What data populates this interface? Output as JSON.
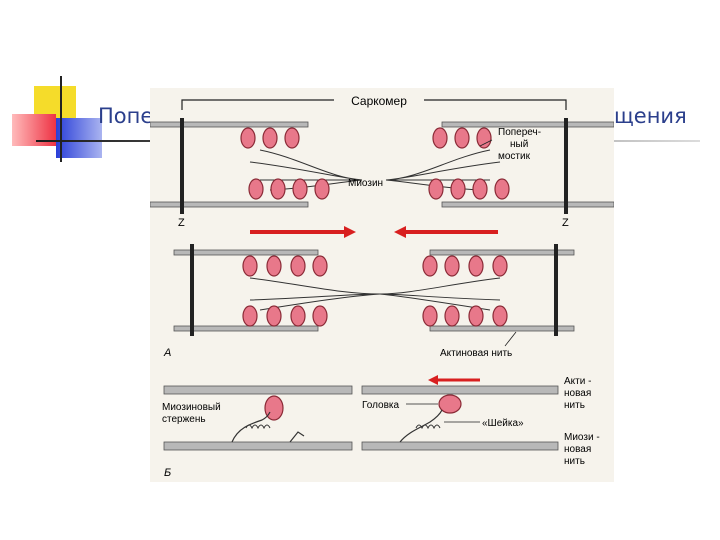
{
  "slide": {
    "title_left": "Попе",
    "title_right": "щения"
  },
  "diagram": {
    "sarcomere": "Саркомер",
    "cross_bridge_line1": "Попереч-",
    "cross_bridge_line2": "ный",
    "cross_bridge_line3": "мостик",
    "myosin": "Миозин",
    "z_left": "Z",
    "z_right": "Z",
    "panel_a": "А",
    "actin_filament": "Актиновая нить",
    "myosin_rod_line1": "Миозиновый",
    "myosin_rod_line2": "стержень",
    "head": "Головка",
    "neck": "«Шейка»",
    "actin_line1": "Акти -",
    "actin_line2": "новая",
    "actin_line3": "нить",
    "myo_line1": "Миози -",
    "myo_line2": "новая",
    "myo_line3": "нить",
    "panel_b": "Б"
  },
  "colors": {
    "title": "#2b3f8c",
    "head_fill": "#e8788a",
    "arrow": "#d81f1f",
    "filament": "#b8b8b8",
    "deco_yellow": "#f5dc2a",
    "deco_red": "#ee3344",
    "deco_blue": "#2a3fd8"
  }
}
